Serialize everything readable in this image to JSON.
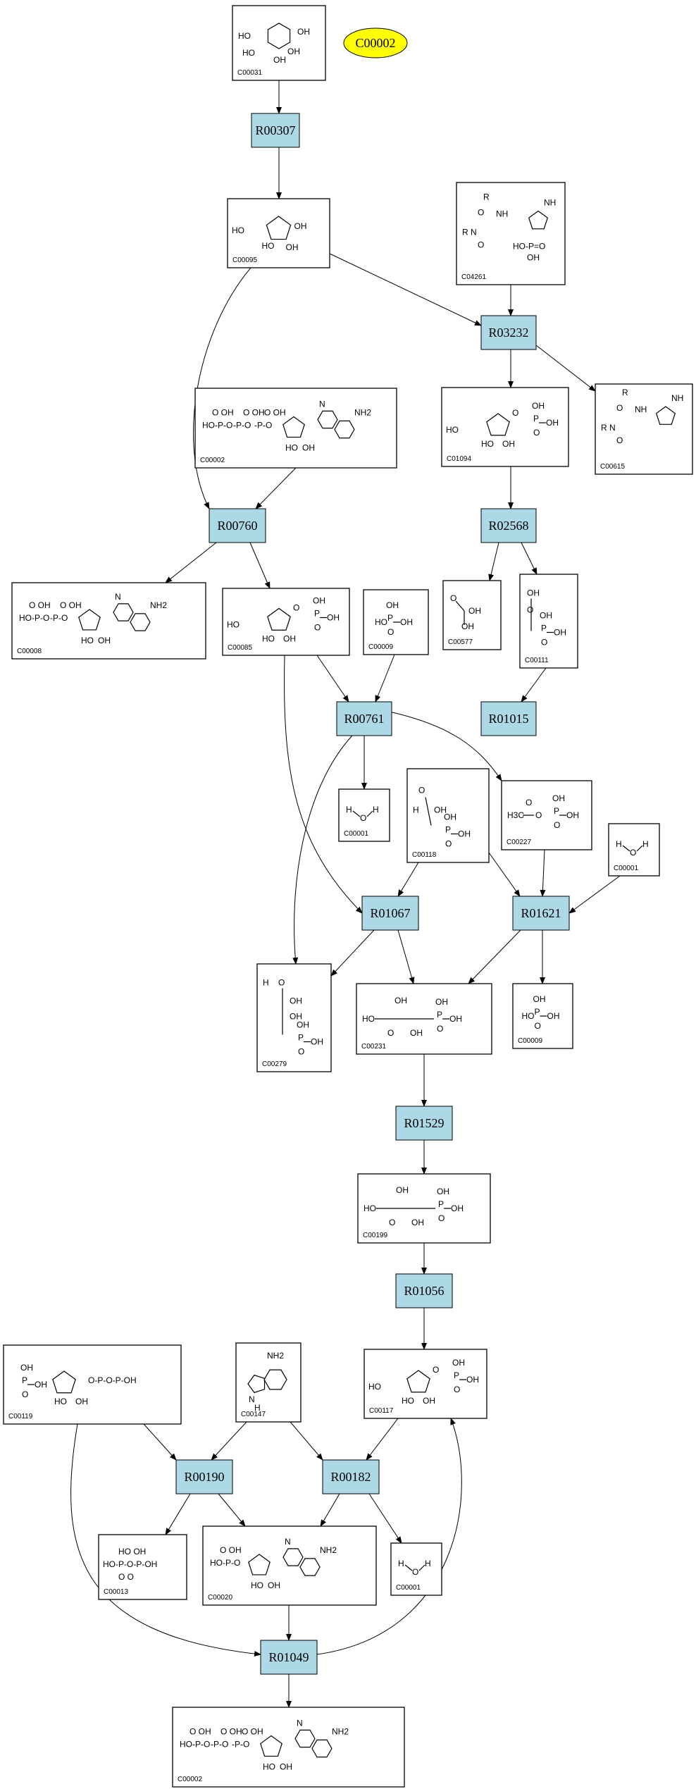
{
  "highlight": {
    "label": "C00002",
    "color": "#ffff00"
  },
  "colors": {
    "reaction_fill": "#add8e6",
    "compound_fill": "#ffffff",
    "edge": "#000000"
  },
  "reactions": [
    {
      "id": "r-R00307",
      "label": "R00307"
    },
    {
      "id": "r-R03232",
      "label": "R03232"
    },
    {
      "id": "r-R00760",
      "label": "R00760"
    },
    {
      "id": "r-R02568",
      "label": "R02568"
    },
    {
      "id": "r-R00761",
      "label": "R00761"
    },
    {
      "id": "r-R01015",
      "label": "R01015"
    },
    {
      "id": "r-R01067",
      "label": "R01067"
    },
    {
      "id": "r-R01621",
      "label": "R01621"
    },
    {
      "id": "r-R01529",
      "label": "R01529"
    },
    {
      "id": "r-R01056",
      "label": "R01056"
    },
    {
      "id": "r-R00190",
      "label": "R00190"
    },
    {
      "id": "r-R00182",
      "label": "R00182"
    },
    {
      "id": "r-R01049",
      "label": "R01049"
    }
  ],
  "compounds": [
    {
      "id": "c-C00031",
      "label": "C00031",
      "mol": "pyranose"
    },
    {
      "id": "c-C00095",
      "label": "C00095",
      "mol": "furanose"
    },
    {
      "id": "c-C04261",
      "label": "C04261",
      "mol": "histidine-phospho"
    },
    {
      "id": "c-C00002-top",
      "label": "C00002",
      "mol": "nucleotide-3p"
    },
    {
      "id": "c-C01094",
      "label": "C01094",
      "mol": "furanose-phospho"
    },
    {
      "id": "c-C00615",
      "label": "C00615",
      "mol": "histidine"
    },
    {
      "id": "c-C00008",
      "label": "C00008",
      "mol": "nucleotide-2p"
    },
    {
      "id": "c-C00085",
      "label": "C00085",
      "mol": "furanose-phospho"
    },
    {
      "id": "c-C00009-a",
      "label": "C00009",
      "mol": "phosphate"
    },
    {
      "id": "c-C00577",
      "label": "C00577",
      "mol": "aldehyde"
    },
    {
      "id": "c-C00111",
      "label": "C00111",
      "mol": "phospho-ketone"
    },
    {
      "id": "c-C00001-a",
      "label": "C00001",
      "mol": "water"
    },
    {
      "id": "c-C00118",
      "label": "C00118",
      "mol": "phospho-aldehyde"
    },
    {
      "id": "c-C00227",
      "label": "C00227",
      "mol": "acetyl-phosphate"
    },
    {
      "id": "c-C00001-b",
      "label": "C00001",
      "mol": "water"
    },
    {
      "id": "c-C00279",
      "label": "C00279",
      "mol": "phospho-chain"
    },
    {
      "id": "c-C00231",
      "label": "C00231",
      "mol": "phospho-ketone-chain"
    },
    {
      "id": "c-C00009-b",
      "label": "C00009",
      "mol": "phosphate"
    },
    {
      "id": "c-C00199",
      "label": "C00199",
      "mol": "phospho-ketone-chain"
    },
    {
      "id": "c-C00119",
      "label": "C00119",
      "mol": "furanose-triphospho"
    },
    {
      "id": "c-C00147",
      "label": "C00147",
      "mol": "adenine"
    },
    {
      "id": "c-C00117",
      "label": "C00117",
      "mol": "furanose-phospho"
    },
    {
      "id": "c-C00013",
      "label": "C00013",
      "mol": "pyrophosphate"
    },
    {
      "id": "c-C00020",
      "label": "C00020",
      "mol": "nucleotide-1p"
    },
    {
      "id": "c-C00001-c",
      "label": "C00001",
      "mol": "water"
    },
    {
      "id": "c-C00002-bottom",
      "label": "C00002",
      "mol": "nucleotide-3p"
    }
  ]
}
